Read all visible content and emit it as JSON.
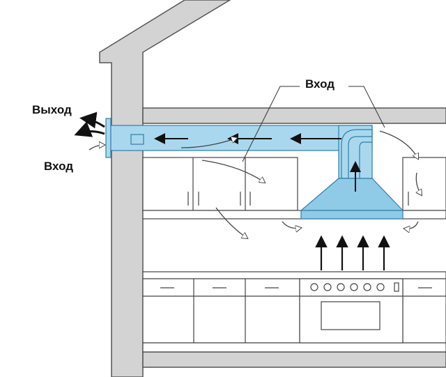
{
  "labels": {
    "exit": "Выход",
    "entry_left": "Вход",
    "entry_top": "Вход"
  },
  "colors": {
    "duct": "#a9d8ee",
    "duct_stroke": "#2f7fa8",
    "hood": "#8fcbe6",
    "wall": "#d3d3d3",
    "line": "#444444"
  }
}
